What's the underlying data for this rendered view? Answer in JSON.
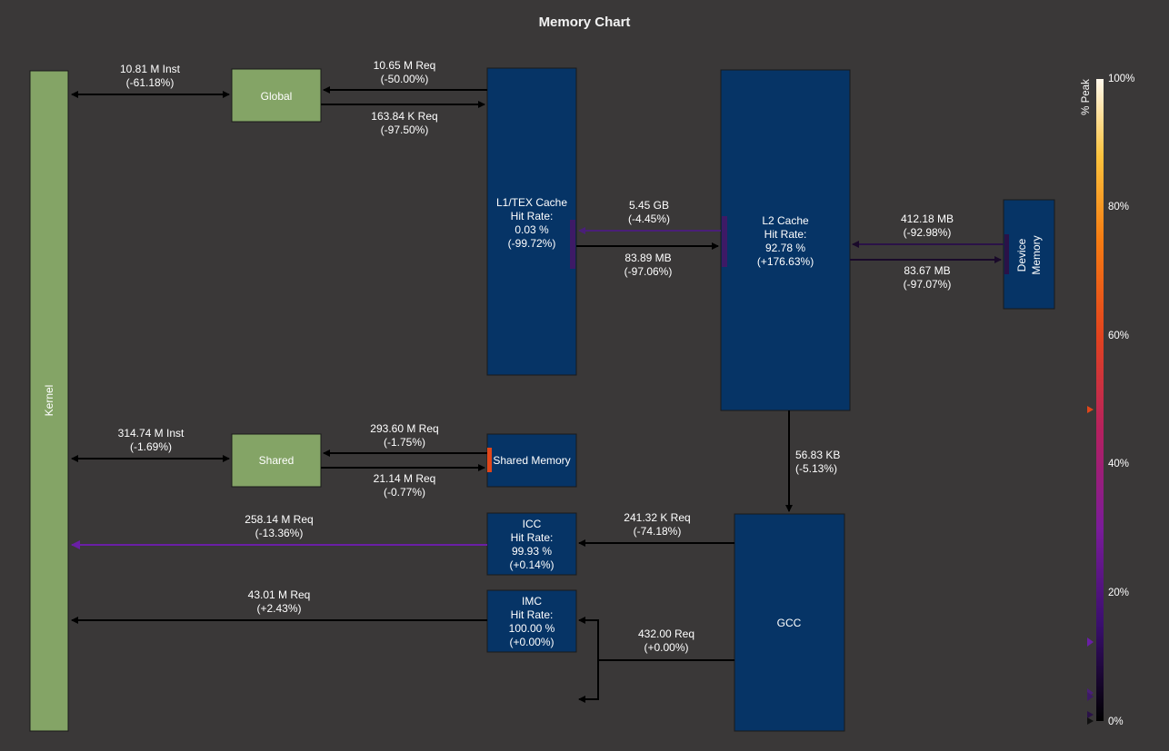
{
  "title": "Memory Chart",
  "units": {
    "kernel": "Kernel",
    "global": "Global",
    "shared": "Shared",
    "l1tex": [
      "L1/TEX Cache",
      "Hit Rate:",
      "0.03 %",
      "(-99.72%)"
    ],
    "l2": [
      "L2 Cache",
      "Hit Rate:",
      "92.78 %",
      "(+176.63%)"
    ],
    "device": [
      "Device",
      "Memory"
    ],
    "shared_memory": "Shared Memory",
    "icc": [
      "ICC",
      "Hit Rate:",
      "99.93 %",
      "(+0.14%)"
    ],
    "imc": [
      "IMC",
      "Hit Rate:",
      "100.00 %",
      "(+0.00%)"
    ],
    "gcc": "GCC"
  },
  "links": {
    "kernel_global": [
      "10.81 M Inst",
      "(-61.18%)"
    ],
    "global_l1_load": [
      "10.65 M Req",
      "(-50.00%)"
    ],
    "global_l1_store": [
      "163.84 K Req",
      "(-97.50%)"
    ],
    "l1_l2_load": [
      "5.45 GB",
      "(-4.45%)"
    ],
    "l1_l2_store": [
      "83.89 MB",
      "(-97.06%)"
    ],
    "l2_dev_load": [
      "412.18 MB",
      "(-92.98%)"
    ],
    "l2_dev_store": [
      "83.67 MB",
      "(-97.07%)"
    ],
    "kernel_shared": [
      "314.74 M Inst",
      "(-1.69%)"
    ],
    "shared_smem_load": [
      "293.60 M Req",
      "(-1.75%)"
    ],
    "shared_smem_store": [
      "21.14 M Req",
      "(-0.77%)"
    ],
    "l2_gcc": [
      "56.83 KB",
      "(-5.13%)"
    ],
    "icc_kernel": [
      "258.14 M Req",
      "(-13.36%)"
    ],
    "gcc_icc": [
      "241.32 K Req",
      "(-74.18%)"
    ],
    "imc_kernel": [
      "43.01 M Req",
      "(+2.43%)"
    ],
    "gcc_imc": [
      "432.00 Req",
      "(+0.00%)"
    ]
  },
  "scale": {
    "title": "% Peak",
    "ticks": [
      "100%",
      "80%",
      "60%",
      "40%",
      "20%",
      "0%"
    ]
  },
  "colors": {
    "background": "#3a3838",
    "logical_unit": "#84a466",
    "physical_unit": "#063466",
    "arrow_default": "#000000",
    "arrow_high": "#6a1fa6",
    "shared_port": "#e0461a"
  }
}
